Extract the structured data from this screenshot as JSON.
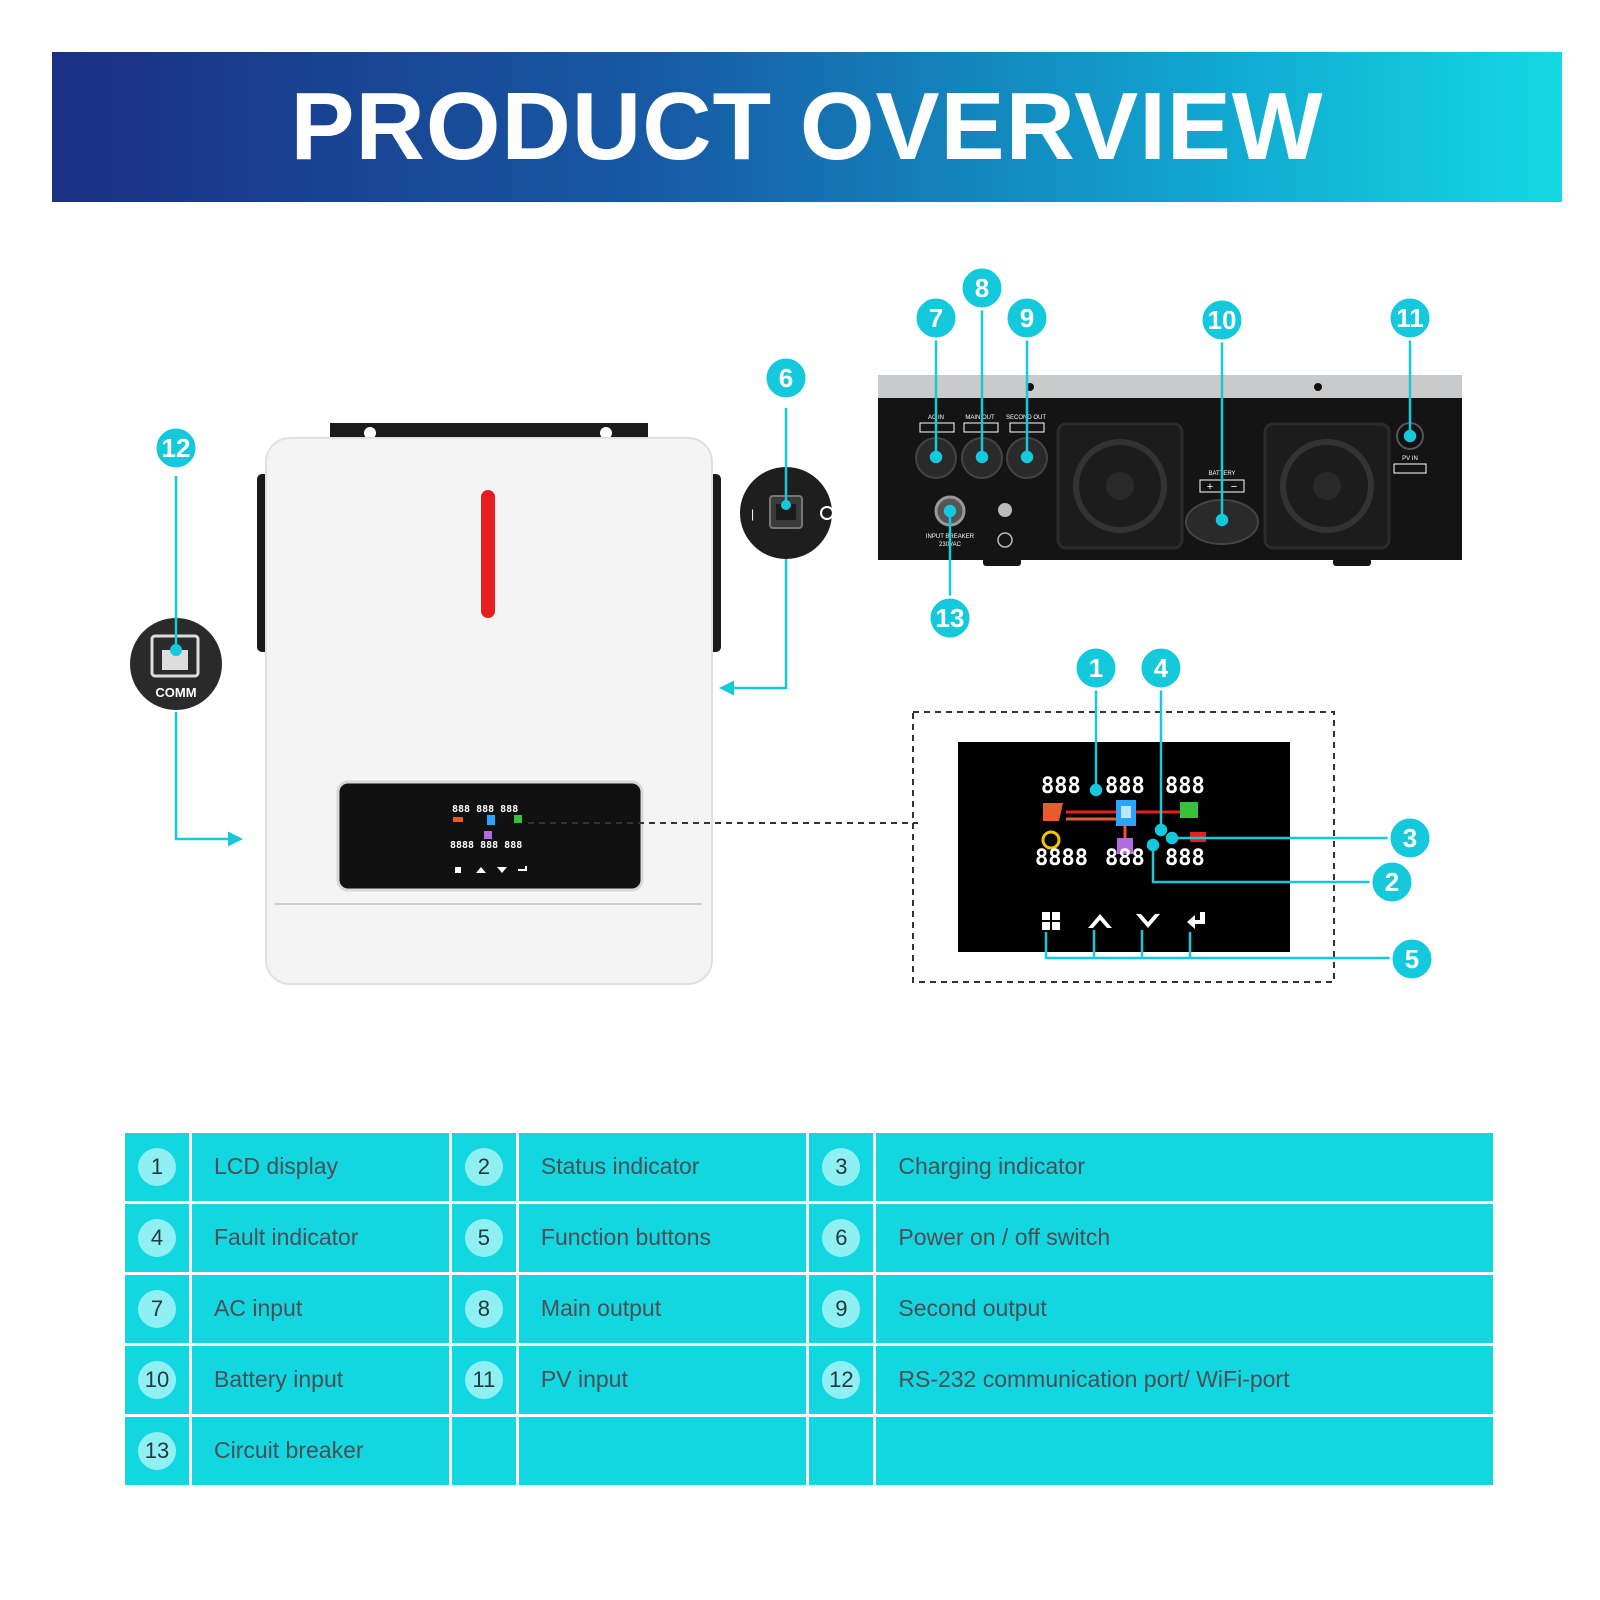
{
  "title": "PRODUCT OVERVIEW",
  "colors": {
    "banner_start": "#1b2f84",
    "banner_end": "#14d8e4",
    "accent": "#12d6e0",
    "callout": "#15c9dc",
    "indicator_red": "#e61e1e"
  },
  "callouts": [
    "1",
    "2",
    "3",
    "4",
    "5",
    "6",
    "7",
    "8",
    "9",
    "10",
    "11",
    "12",
    "13"
  ],
  "panel_labels": {
    "comm": "COMM",
    "ac_in": "AC IN",
    "main_out": "MAIN OUT",
    "second_out": "SECOND OUT",
    "battery": "BATTERY",
    "pv_in": "PV IN",
    "input_breaker": "INPUT BREAKER",
    "breaker_rating": "230VAC"
  },
  "legend": {
    "rows": [
      [
        {
          "num": "1",
          "label": "LCD display"
        },
        {
          "num": "2",
          "label": "Status indicator"
        },
        {
          "num": "3",
          "label": "Charging indicator"
        }
      ],
      [
        {
          "num": "4",
          "label": "Fault indicator"
        },
        {
          "num": "5",
          "label": "Function buttons"
        },
        {
          "num": "6",
          "label": "Power on / off switch"
        }
      ],
      [
        {
          "num": "7",
          "label": "AC input"
        },
        {
          "num": "8",
          "label": "Main output"
        },
        {
          "num": "9",
          "label": "Second output"
        }
      ],
      [
        {
          "num": "10",
          "label": "Battery input"
        },
        {
          "num": "11",
          "label": "PV input"
        },
        {
          "num": "12",
          "label": "RS-232 communication port/ WiFi-port"
        }
      ],
      [
        {
          "num": "13",
          "label": "Circuit breaker"
        },
        {
          "num": "",
          "label": ""
        },
        {
          "num": "",
          "label": ""
        }
      ]
    ]
  }
}
